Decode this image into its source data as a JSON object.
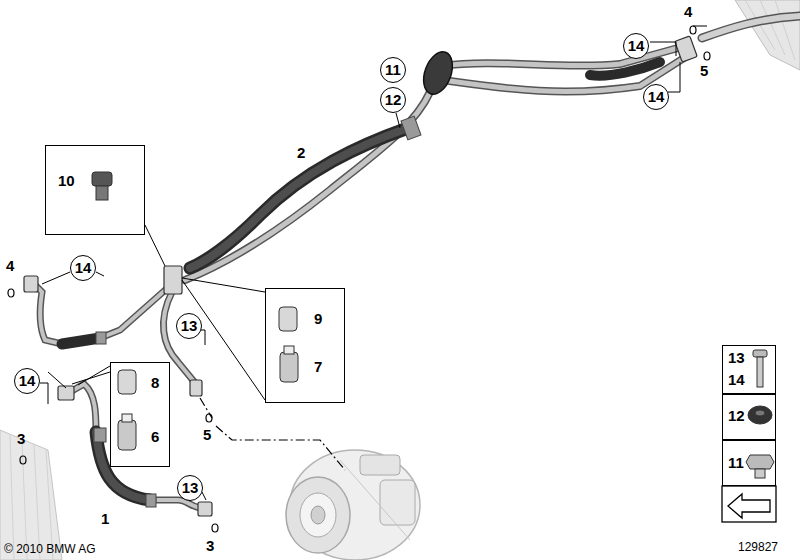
{
  "diagram": {
    "nodes": [
      {
        "text": [
          "11"
        ]
      },
      {
        "text": [
          "12"
        ]
      },
      {
        "text": [
          "14"
        ]
      },
      {
        "text": [
          "14"
        ]
      },
      {
        "text": [
          "10"
        ]
      },
      {
        "text": [
          "14"
        ]
      },
      {
        "text": [
          "9",
          "7"
        ]
      },
      {
        "text": [
          "13"
        ]
      },
      {
        "text": [
          "8",
          "6"
        ]
      },
      {
        "text": [
          "14"
        ]
      },
      {
        "text": [
          "13",
          "14"
        ]
      },
      {
        "text": [
          "12"
        ]
      },
      {
        "text": [
          "11"
        ]
      },
      {
        "text": [
          "13"
        ]
      }
    ],
    "labels": [
      "4",
      "5",
      "2",
      "4",
      "3",
      "5",
      "1",
      "3",
      "© 2010 BMW AG",
      "129827"
    ]
  }
}
